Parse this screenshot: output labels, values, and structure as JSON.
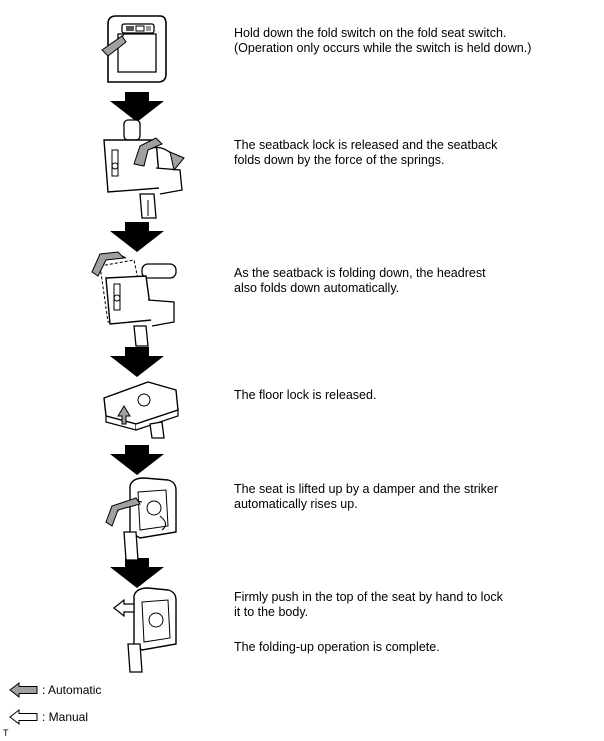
{
  "steps": [
    {
      "lines": [
        "Hold down the fold switch on the fold seat switch.\n(Operation only occurs while the switch is held down.)"
      ]
    },
    {
      "lines": [
        "The seatback lock is released and the seatback\nfolds down by the force of the springs."
      ]
    },
    {
      "lines": [
        "As the seatback is folding down, the headrest\nalso folds down automatically."
      ]
    },
    {
      "lines": [
        "The floor lock is released."
      ]
    },
    {
      "lines": [
        "The seat is lifted up by a damper and the striker\nautomatically rises up."
      ]
    },
    {
      "lines": [
        "Firmly push in the top of the seat by hand to lock\nit to the body.",
        "The folding-up operation is complete."
      ]
    }
  ],
  "legend": {
    "automatic_label": ": Automatic",
    "manual_label": ": Manual"
  },
  "footer_mark": "T",
  "colors": {
    "flow_arrow": "#000000",
    "automatic_arrow": "#a0a0a0",
    "manual_arrow": "#ffffff",
    "outline": "#000000"
  }
}
